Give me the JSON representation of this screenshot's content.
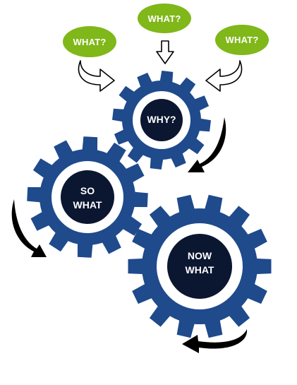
{
  "colors": {
    "gear": "#1f4a8c",
    "gear_ring": "#ffffff",
    "hub": "#0b1630",
    "bubble": "#80b719",
    "arrow": "#000000",
    "background": "#ffffff"
  },
  "bubbles": [
    {
      "label": "WHAT?"
    },
    {
      "label": "WHAT?"
    },
    {
      "label": "WHAT?"
    }
  ],
  "gears": [
    {
      "lines": [
        "WHY?"
      ]
    },
    {
      "lines": [
        "SO",
        "WHAT"
      ]
    },
    {
      "lines": [
        "NOW",
        "WHAT"
      ]
    }
  ],
  "icons": {
    "input_arrows": "outlined-arrow-icon",
    "flow_arrows": "curved-arrow-icon"
  }
}
